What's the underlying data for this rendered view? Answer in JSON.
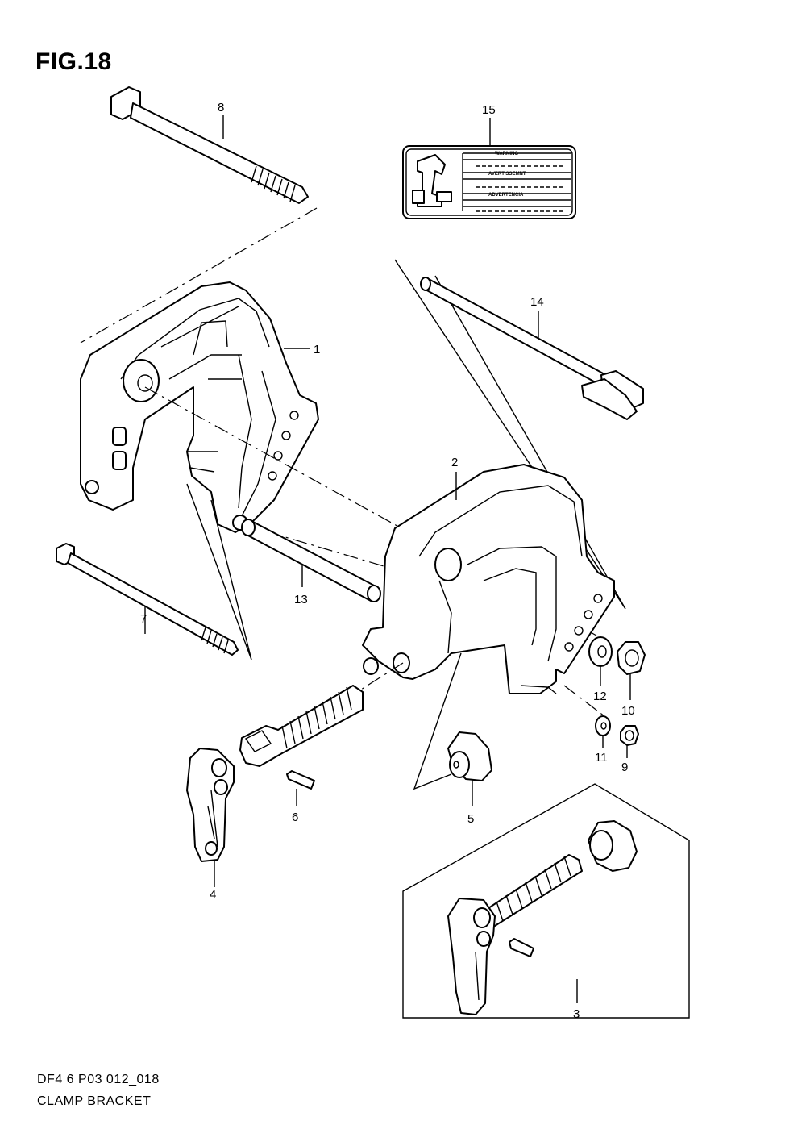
{
  "figure": {
    "title": "FIG.18",
    "code": "DF4 6 P03 012_018",
    "name": "CLAMP BRACKET"
  },
  "warning_label": {
    "lines": [
      "WARNING",
      "AVERTISSEMNT",
      "ADVERTENCIA"
    ]
  },
  "callouts": [
    {
      "id": "1",
      "text": "1"
    },
    {
      "id": "2",
      "text": "2"
    },
    {
      "id": "3",
      "text": "3"
    },
    {
      "id": "4",
      "text": "4"
    },
    {
      "id": "5",
      "text": "5"
    },
    {
      "id": "6",
      "text": "6"
    },
    {
      "id": "7",
      "text": "7"
    },
    {
      "id": "8",
      "text": "8"
    },
    {
      "id": "9",
      "text": "9"
    },
    {
      "id": "10",
      "text": "10"
    },
    {
      "id": "11",
      "text": "11"
    },
    {
      "id": "12",
      "text": "12"
    },
    {
      "id": "13",
      "text": "13"
    },
    {
      "id": "14",
      "text": "14"
    },
    {
      "id": "15",
      "text": "15"
    }
  ]
}
